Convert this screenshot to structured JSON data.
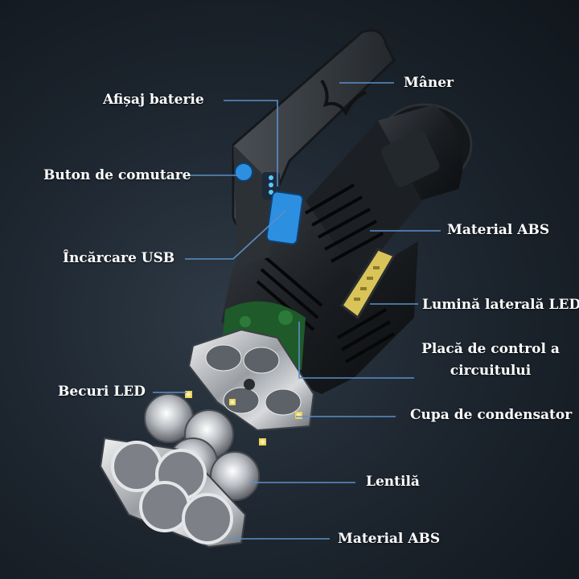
{
  "colors": {
    "background": "#1b232c",
    "leader_line": "#5b8fc9",
    "text": "#ffffff",
    "accent_blue": "#2d8fe0",
    "led_yellow": "#f4e27a"
  },
  "labels": {
    "maner": "Mâner",
    "afisaj_baterie": "Afișaj baterie",
    "buton_comutare": "Buton de comutare",
    "material_abs_top": "Material ABS",
    "incarcare_usb": "Încărcare USB",
    "lumina_laterala": "Lumină laterală LED",
    "placa_control_line1": "Placă de control a",
    "placa_control_line2": "circuitului",
    "becuri_led": "Becuri LED",
    "cupa_condensator": "Cupa de condensator",
    "lentila": "Lentilă",
    "material_abs_bottom": "Material ABS"
  }
}
